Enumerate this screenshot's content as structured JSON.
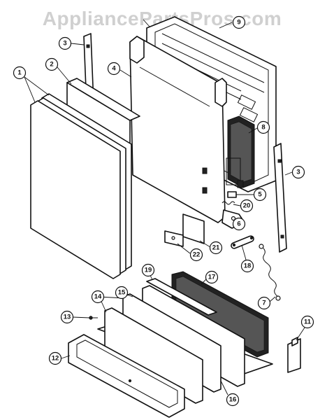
{
  "watermark": "AppliancePartsPros.com",
  "callouts": [
    {
      "id": "c1",
      "label": "1"
    },
    {
      "id": "c2",
      "label": "2"
    },
    {
      "id": "c3a",
      "label": "3"
    },
    {
      "id": "c3b",
      "label": "3"
    },
    {
      "id": "c4",
      "label": "4"
    },
    {
      "id": "c5",
      "label": "5"
    },
    {
      "id": "c6",
      "label": "6"
    },
    {
      "id": "c7",
      "label": "7"
    },
    {
      "id": "c8",
      "label": "8"
    },
    {
      "id": "c9",
      "label": "9"
    },
    {
      "id": "c11",
      "label": "11"
    },
    {
      "id": "c12",
      "label": "12"
    },
    {
      "id": "c13",
      "label": "13"
    },
    {
      "id": "c14",
      "label": "14"
    },
    {
      "id": "c15",
      "label": "15"
    },
    {
      "id": "c16",
      "label": "16"
    },
    {
      "id": "c17",
      "label": "17"
    },
    {
      "id": "c18",
      "label": "18"
    },
    {
      "id": "c19",
      "label": "19"
    },
    {
      "id": "c20",
      "label": "20"
    },
    {
      "id": "c21",
      "label": "21"
    },
    {
      "id": "c22",
      "label": "22"
    }
  ]
}
